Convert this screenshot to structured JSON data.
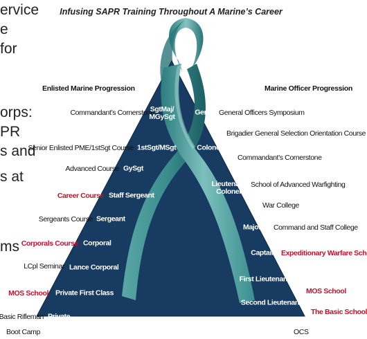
{
  "slide_text": [
    "ervice",
    "e",
    "for",
    "orps:",
    "PR",
    "s and",
    "s at",
    "ms"
  ],
  "diagram": {
    "title": "Infusing SAPR Training Throughout A Marine’s Career",
    "enlisted_header": "Enlisted Marine Progression",
    "officer_header": "Marine Officer Progression",
    "left_labels": [
      {
        "text": "Commandant’s Cornerstone",
        "red": false
      },
      {
        "text": "Senior Enlisted PME/1stSgt Course",
        "red": false
      },
      {
        "text": "Advanced Course",
        "red": false
      },
      {
        "text": "Career Course",
        "red": true
      },
      {
        "text": "Sergeants Course",
        "red": false
      },
      {
        "text": "Corporals Course",
        "red": true
      },
      {
        "text": "LCpl Seminar",
        "red": false
      },
      {
        "text": "MOS School",
        "red": true
      },
      {
        "text": "Basic Rifleman",
        "red": false
      },
      {
        "text": "Boot Camp",
        "red": false
      }
    ],
    "enlisted_ranks": [
      "SgtMaj/\nMGySgt",
      "1stSgt/MSgt",
      "GySgt",
      "Staff Sergeant",
      "Sergeant",
      "Corporal",
      "Lance Corporal",
      "Private First Class",
      "Private"
    ],
    "officer_ranks": [
      "Gen",
      "Colonel",
      "Lieutenant\nColonel",
      "Major",
      "Captain",
      "First Lieutenant",
      "Second Lieutenant"
    ],
    "right_labels": [
      {
        "text": "General Officers Symposium",
        "red": false
      },
      {
        "text": "Brigadier General Selection Orientation Course",
        "red": false
      },
      {
        "text": "Commandant’s Cornerstone",
        "red": false
      },
      {
        "text": "School of Advanced Warfighting",
        "red": false
      },
      {
        "text": "War College",
        "red": false
      },
      {
        "text": "Command and Staff College",
        "red": false
      },
      {
        "text": "Expeditionary Warfare School",
        "red": true
      },
      {
        "text": "MOS School",
        "red": true
      },
      {
        "text": "The Basic School",
        "red": true
      },
      {
        "text": "OCS",
        "red": false
      }
    ],
    "colors": {
      "triangle": "#183b62",
      "ribbon_light": "#6bb0ae",
      "ribbon_mid": "#3e8f90",
      "ribbon_dark": "#1f6566",
      "emphasis": "#c8102e"
    }
  }
}
